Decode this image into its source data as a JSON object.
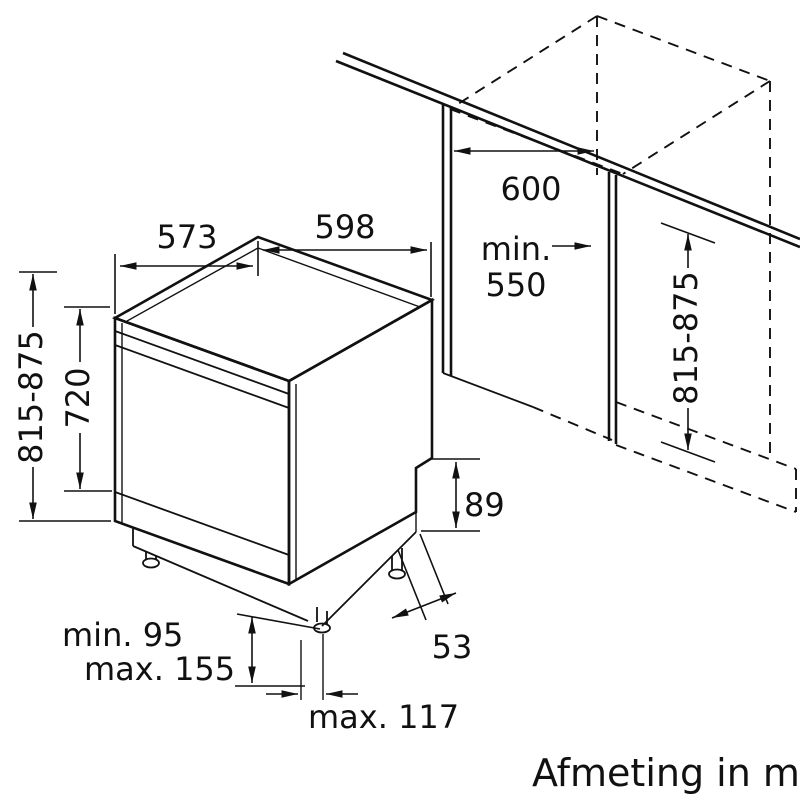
{
  "caption": "Afmeting in mm",
  "style": {
    "line_color": "#111111",
    "background": "#ffffff"
  },
  "dimensions": {
    "top_depth": "573",
    "width": "598",
    "total_height": "815-875",
    "door_height": "720",
    "niche_width": "600",
    "niche_depth_label": "min.",
    "niche_depth_value": "550",
    "niche_height": "815-875",
    "rear_base_height": "89",
    "rear_clearance": "53",
    "plinth_min": "min. 95",
    "plinth_max": "max. 155",
    "front_clearance_max": "max. 117"
  }
}
